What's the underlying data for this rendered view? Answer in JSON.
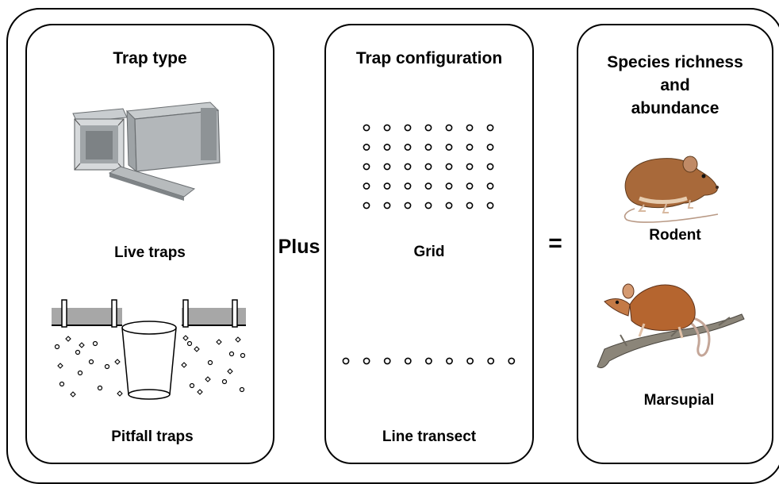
{
  "panels": {
    "trap_type": {
      "title": "Trap type",
      "live_label": "Live traps",
      "pitfall_label": "Pitfall traps"
    },
    "configuration": {
      "title": "Trap configuration",
      "grid_label": "Grid",
      "transect_label": "Line transect"
    },
    "species": {
      "title_lines": [
        "Species richness",
        "and",
        "abundance"
      ],
      "rodent_label": "Rodent",
      "marsupial_label": "Marsupial"
    }
  },
  "operators": {
    "plus": "Plus",
    "equals": "="
  },
  "grid": {
    "rows": 5,
    "cols": 7
  },
  "transect": {
    "count": 9
  },
  "colors": {
    "stroke": "#000000",
    "ground": "#a7a7a7",
    "trap_metal": "#8e9396",
    "rodent_fur": "#a8693a",
    "marsupial_fur": "#b5652f",
    "branch": "#8b8579"
  }
}
